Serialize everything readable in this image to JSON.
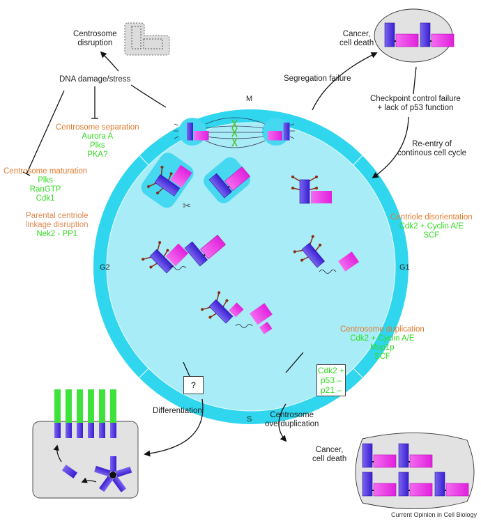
{
  "phases": {
    "m": "M",
    "g1": "G1",
    "s": "S",
    "g2": "G2"
  },
  "labels": {
    "centrosome_disruption": [
      "Centrosome",
      "disruption"
    ],
    "dna_damage": "DNA damage/stress",
    "segregation_failure": "Segregation failure",
    "cancer_top": [
      "Cancer,",
      "cell death"
    ],
    "checkpoint": [
      "Checkpoint control failure",
      "+ lack of p53 function"
    ],
    "reentry": [
      "Re-entry of",
      "continous cell cycle"
    ],
    "centrosome_separation": {
      "title": "Centrosome separation",
      "factors": [
        "Aurora A",
        "Plks",
        "PKA?"
      ]
    },
    "centrosome_maturation": {
      "title": "Centrosome maturation",
      "factors": [
        "Plks",
        "RanGTP",
        "Cdk1"
      ]
    },
    "parental_linkage": {
      "title": [
        "Parental centriole",
        "linkage disruption"
      ],
      "factors": [
        "Nek2 - PP1"
      ]
    },
    "centriole_disorientation": {
      "title": "Centriole disorientation",
      "factors": [
        "Cdk2 + Cyclin A/E",
        "SCF"
      ]
    },
    "centrosome_duplication": {
      "title": "Centrosome duplication",
      "factors": [
        "Cdk2 + Cyclin A/E",
        "Msp1p",
        "SCF"
      ]
    },
    "overdup_box": [
      "Cdk2 +",
      "p53 –",
      "p21 –"
    ],
    "overduplication": [
      "Centrosome",
      "overduplication"
    ],
    "cancer_bottom": [
      "Cancer,",
      "cell death"
    ],
    "question_box": "?",
    "differentiation": "Differentiation",
    "credit": "Current Opinion in Cell Biology"
  },
  "colors": {
    "ring": "#2fd6ee",
    "inner": "#a8ecf7",
    "centriole_mother": "#4b2ee0",
    "centriole_daughter": "#ee2ee6",
    "appendage": "#8a2a10",
    "cilium": "#3fe23a",
    "cell_fill": "#e2e2e2",
    "regulator_orange": "#e07a2e",
    "regulator_green": "#33dd22"
  }
}
